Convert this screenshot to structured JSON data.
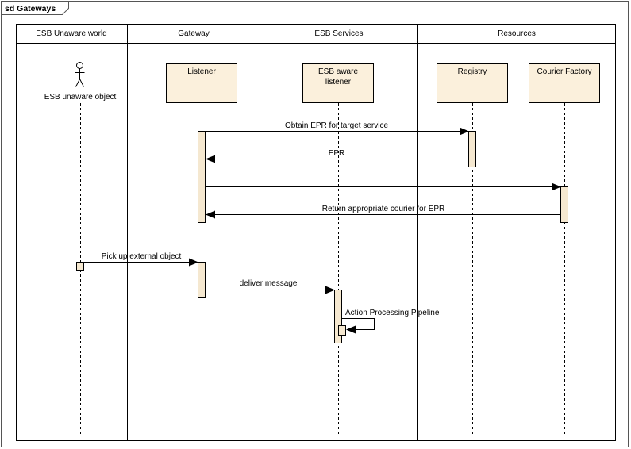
{
  "frame": {
    "title": "sd Gateways"
  },
  "swimlanes": [
    "ESB Unaware world",
    "Gateway",
    "ESB Services",
    "Resources"
  ],
  "actor": {
    "label": "ESB unaware object"
  },
  "lifelines": {
    "listener": [
      "Listener"
    ],
    "esb_aware_listener": [
      "ESB aware",
      "listener"
    ],
    "registry": [
      "Registry"
    ],
    "courier_factory": [
      "Courier Factory"
    ]
  },
  "messages": {
    "obtain_epr": "Obtain EPR for target service",
    "epr": "EPR",
    "return_courier": "Return appropriate courier for EPR",
    "pick_up": "Pick up external object",
    "deliver": "deliver message",
    "pipeline": "Action Processing Pipeline"
  },
  "colors": {
    "lifeline_box": "#fbf0dc",
    "activation": "#f5e8d0",
    "line": "#000000",
    "frame_border": "#555555"
  }
}
